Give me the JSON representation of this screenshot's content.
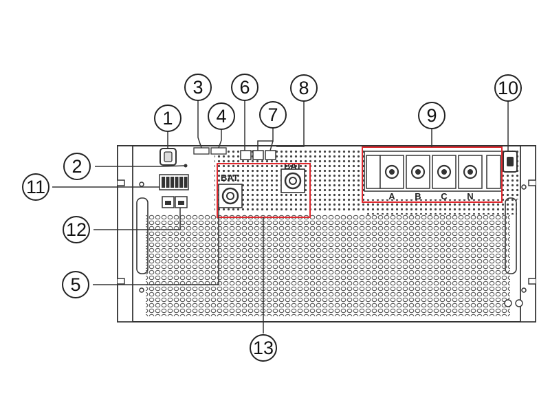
{
  "callouts": [
    {
      "id": "c1",
      "label": "1"
    },
    {
      "id": "c2",
      "label": "2"
    },
    {
      "id": "c3",
      "label": "3"
    },
    {
      "id": "c4",
      "label": "4"
    },
    {
      "id": "c5",
      "label": "5"
    },
    {
      "id": "c6",
      "label": "6"
    },
    {
      "id": "c7",
      "label": "7"
    },
    {
      "id": "c8",
      "label": "8"
    },
    {
      "id": "c9",
      "label": "9"
    },
    {
      "id": "c10",
      "label": "10"
    },
    {
      "id": "c11",
      "label": "11"
    },
    {
      "id": "c12",
      "label": "12"
    },
    {
      "id": "c13",
      "label": "13"
    }
  ],
  "panel": {
    "battery_label_left": "BAT",
    "battery_label_right": "BAT",
    "terminal_labels": [
      "A",
      "B",
      "C",
      "N"
    ]
  },
  "colors": {
    "outline": "#333333",
    "highlight_box": "#e0282e",
    "vent": "#555555",
    "background": "#ffffff"
  }
}
